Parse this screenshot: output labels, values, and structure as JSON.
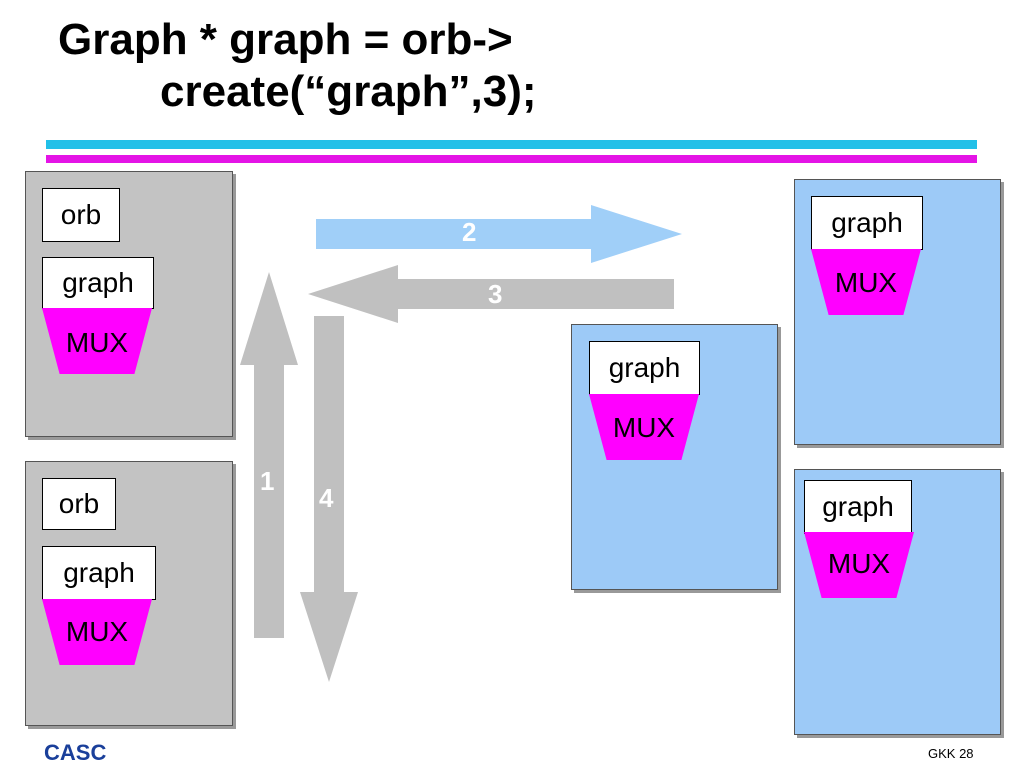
{
  "title": {
    "line1": "Graph * graph = orb->",
    "line2": "create(“graph”,3);"
  },
  "labels": {
    "orb": "orb",
    "graph": "graph",
    "mux": "MUX"
  },
  "arrows": {
    "a1": "1",
    "a2": "2",
    "a3": "3",
    "a4": "4"
  },
  "colors": {
    "client_box": "#c3c3c3",
    "server_box": "#9dcaf7",
    "mux": "#ff00ff",
    "arrow_request": "#a0cff8",
    "arrow_gray": "#c0c0c0",
    "bar_top": "#22c0e8",
    "bar_bottom": "#e414e6"
  },
  "footer": {
    "left": "CASC",
    "right": "GKK 28"
  }
}
